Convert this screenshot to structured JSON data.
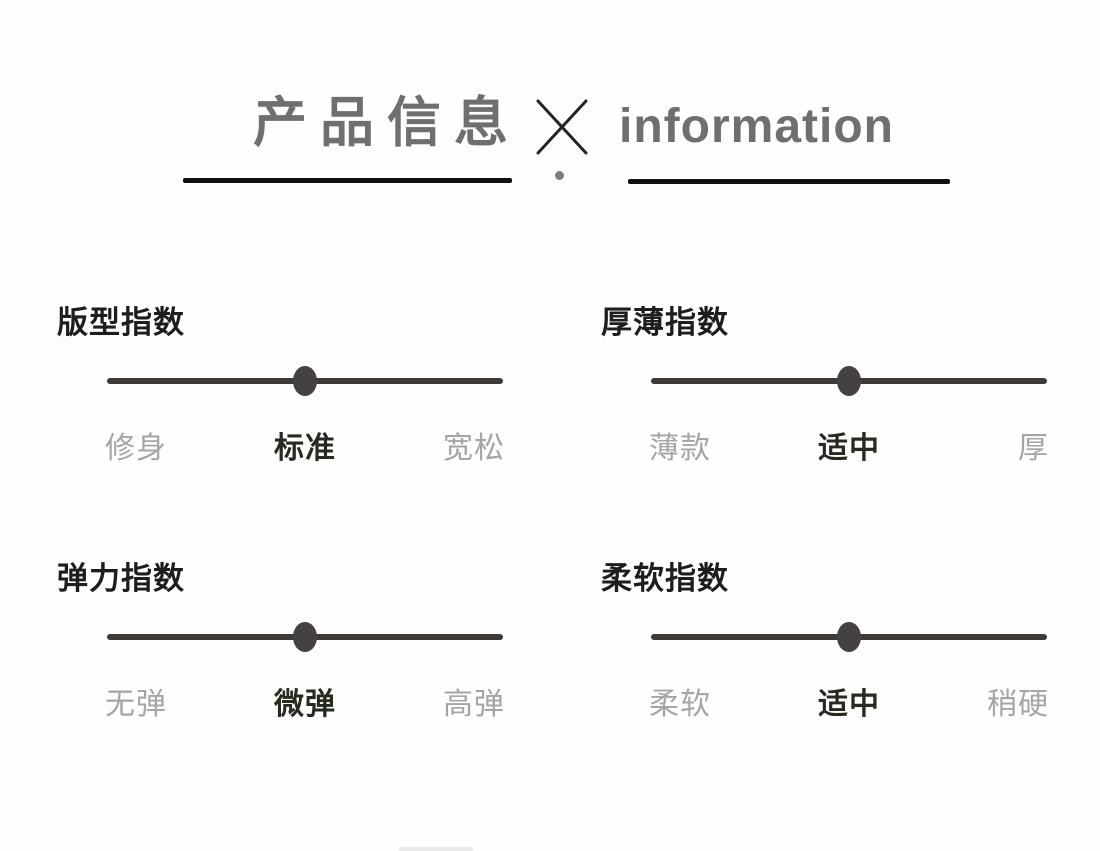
{
  "header": {
    "title_cn": "产品信息",
    "separator": "×",
    "title_en": "information"
  },
  "sliders": [
    {
      "title": "版型指数",
      "value": "标准",
      "position_percent": "50%",
      "options": [
        {
          "label": "修身",
          "selected": false
        },
        {
          "label": "标准",
          "selected": true
        },
        {
          "label": "宽松",
          "selected": false
        }
      ]
    },
    {
      "title": "厚薄指数",
      "value": "适中",
      "position_percent": "50%",
      "options": [
        {
          "label": "薄款",
          "selected": false
        },
        {
          "label": "适中",
          "selected": true
        },
        {
          "label": "厚",
          "selected": false
        }
      ]
    },
    {
      "title": "弹力指数",
      "value": "微弹",
      "position_percent": "50%",
      "options": [
        {
          "label": "无弹",
          "selected": false
        },
        {
          "label": "微弹",
          "selected": true
        },
        {
          "label": "高弹",
          "selected": false
        }
      ]
    },
    {
      "title": "柔软指数",
      "value": "适中",
      "position_percent": "50%",
      "options": [
        {
          "label": "柔软",
          "selected": false
        },
        {
          "label": "适中",
          "selected": true
        },
        {
          "label": "稍硬",
          "selected": false
        }
      ]
    }
  ],
  "colors": {
    "title_gray": "#6f6f6f",
    "underline_black": "#101010",
    "section_title": "#1d1d1d",
    "track": "#3e3a38",
    "thumb": "#454140",
    "label_dim": "#a5a5a5",
    "label_selected": "#262b20"
  }
}
